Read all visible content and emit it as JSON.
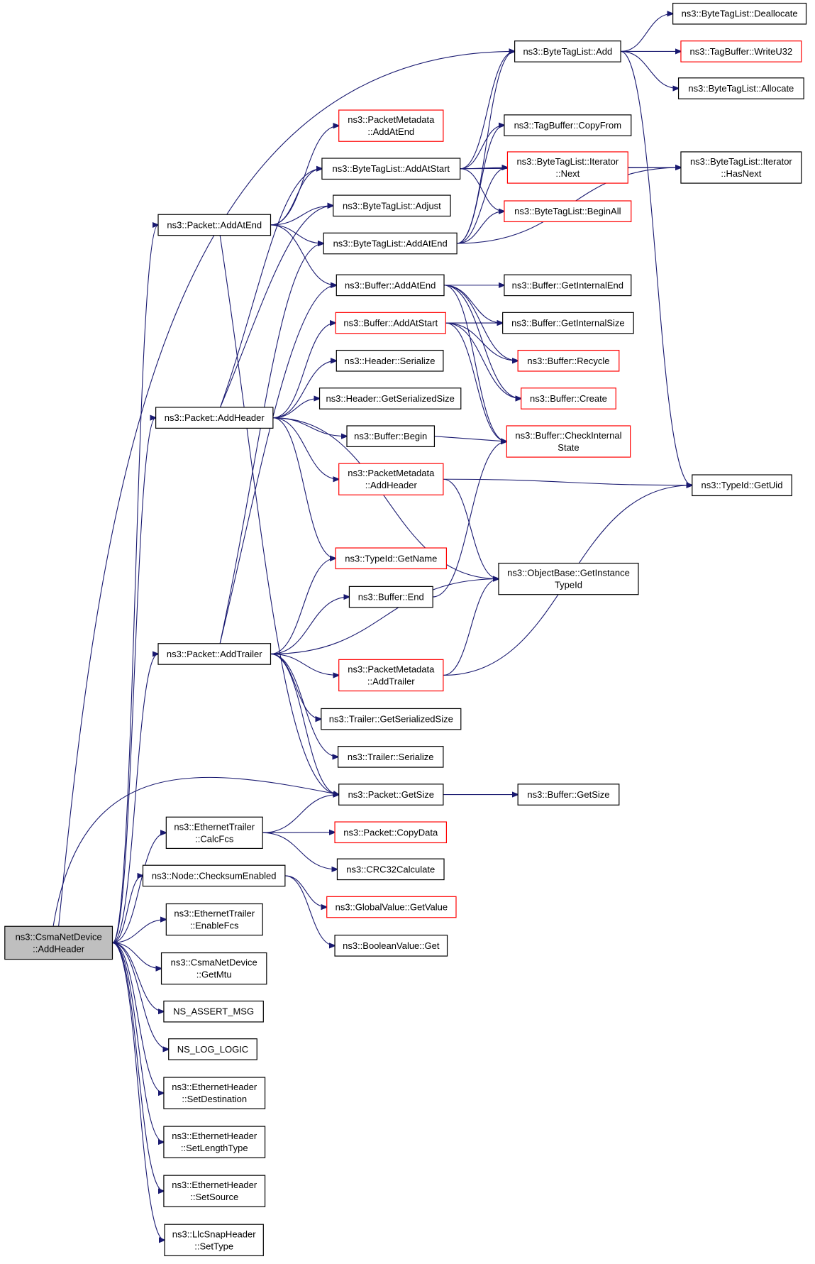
{
  "colors": {
    "edge": "#191970",
    "missing_link_border": "#ff0000",
    "normal_border": "#000000",
    "root_fill": "#bfbfbf"
  },
  "nodes": [
    {
      "id": "root",
      "lines": [
        "ns3::CsmaNetDevice",
        "::AddHeader"
      ],
      "style": "root"
    },
    {
      "id": "pkt_addatend",
      "lines": [
        "ns3::Packet::AddAtEnd"
      ],
      "style": "plain"
    },
    {
      "id": "pkt_addheader",
      "lines": [
        "ns3::Packet::AddHeader"
      ],
      "style": "plain"
    },
    {
      "id": "pkt_addtrailer",
      "lines": [
        "ns3::Packet::AddTrailer"
      ],
      "style": "plain"
    },
    {
      "id": "eth_calcfcs",
      "lines": [
        "ns3::EthernetTrailer",
        "::CalcFcs"
      ],
      "style": "plain"
    },
    {
      "id": "node_checksum",
      "lines": [
        "ns3::Node::ChecksumEnabled"
      ],
      "style": "plain"
    },
    {
      "id": "eth_enablefcs",
      "lines": [
        "ns3::EthernetTrailer",
        "::EnableFcs"
      ],
      "style": "plain"
    },
    {
      "id": "csma_getmtu",
      "lines": [
        "ns3::CsmaNetDevice",
        "::GetMtu"
      ],
      "style": "plain"
    },
    {
      "id": "ns_assert",
      "lines": [
        "NS_ASSERT_MSG"
      ],
      "style": "plain"
    },
    {
      "id": "ns_log",
      "lines": [
        "NS_LOG_LOGIC"
      ],
      "style": "plain"
    },
    {
      "id": "eh_setdest",
      "lines": [
        "ns3::EthernetHeader",
        "::SetDestination"
      ],
      "style": "plain"
    },
    {
      "id": "eh_setlen",
      "lines": [
        "ns3::EthernetHeader",
        "::SetLengthType"
      ],
      "style": "plain"
    },
    {
      "id": "eh_setsrc",
      "lines": [
        "ns3::EthernetHeader",
        "::SetSource"
      ],
      "style": "plain"
    },
    {
      "id": "llc_settype",
      "lines": [
        "ns3::LlcSnapHeader",
        "::SetType"
      ],
      "style": "plain"
    },
    {
      "id": "pm_addatend",
      "lines": [
        "ns3::PacketMetadata",
        "::AddAtEnd"
      ],
      "style": "red"
    },
    {
      "id": "btl_addatstart",
      "lines": [
        "ns3::ByteTagList::AddAtStart"
      ],
      "style": "plain"
    },
    {
      "id": "btl_adjust",
      "lines": [
        "ns3::ByteTagList::Adjust"
      ],
      "style": "plain"
    },
    {
      "id": "btl_addatend",
      "lines": [
        "ns3::ByteTagList::AddAtEnd"
      ],
      "style": "plain"
    },
    {
      "id": "buf_addatend",
      "lines": [
        "ns3::Buffer::AddAtEnd"
      ],
      "style": "plain"
    },
    {
      "id": "buf_addatstart",
      "lines": [
        "ns3::Buffer::AddAtStart"
      ],
      "style": "red"
    },
    {
      "id": "hdr_serialize",
      "lines": [
        "ns3::Header::Serialize"
      ],
      "style": "plain"
    },
    {
      "id": "hdr_getsize",
      "lines": [
        "ns3::Header::GetSerializedSize"
      ],
      "style": "plain"
    },
    {
      "id": "buf_begin",
      "lines": [
        "ns3::Buffer::Begin"
      ],
      "style": "plain"
    },
    {
      "id": "pm_addheader",
      "lines": [
        "ns3::PacketMetadata",
        "::AddHeader"
      ],
      "style": "red"
    },
    {
      "id": "tid_getname",
      "lines": [
        "ns3::TypeId::GetName"
      ],
      "style": "red"
    },
    {
      "id": "buf_end",
      "lines": [
        "ns3::Buffer::End"
      ],
      "style": "plain"
    },
    {
      "id": "pm_addtrailer",
      "lines": [
        "ns3::PacketMetadata",
        "::AddTrailer"
      ],
      "style": "red"
    },
    {
      "id": "trl_getsize",
      "lines": [
        "ns3::Trailer::GetSerializedSize"
      ],
      "style": "plain"
    },
    {
      "id": "trl_serialize",
      "lines": [
        "ns3::Trailer::Serialize"
      ],
      "style": "plain"
    },
    {
      "id": "pkt_getsize",
      "lines": [
        "ns3::Packet::GetSize"
      ],
      "style": "plain"
    },
    {
      "id": "pkt_copydata",
      "lines": [
        "ns3::Packet::CopyData"
      ],
      "style": "red"
    },
    {
      "id": "crc32",
      "lines": [
        "ns3::CRC32Calculate"
      ],
      "style": "plain"
    },
    {
      "id": "gv_getvalue",
      "lines": [
        "ns3::GlobalValue::GetValue"
      ],
      "style": "red"
    },
    {
      "id": "bv_get",
      "lines": [
        "ns3::BooleanValue::Get"
      ],
      "style": "plain"
    },
    {
      "id": "btl_add",
      "lines": [
        "ns3::ByteTagList::Add"
      ],
      "style": "plain"
    },
    {
      "id": "tb_copyfrom",
      "lines": [
        "ns3::TagBuffer::CopyFrom"
      ],
      "style": "plain"
    },
    {
      "id": "btl_it_next",
      "lines": [
        "ns3::ByteTagList::Iterator",
        "::Next"
      ],
      "style": "red"
    },
    {
      "id": "btl_beginall",
      "lines": [
        "ns3::ByteTagList::BeginAll"
      ],
      "style": "red"
    },
    {
      "id": "buf_getinternalend",
      "lines": [
        "ns3::Buffer::GetInternalEnd"
      ],
      "style": "plain"
    },
    {
      "id": "buf_getinternalsize",
      "lines": [
        "ns3::Buffer::GetInternalSize"
      ],
      "style": "plain"
    },
    {
      "id": "buf_recycle",
      "lines": [
        "ns3::Buffer::Recycle"
      ],
      "style": "red"
    },
    {
      "id": "buf_create",
      "lines": [
        "ns3::Buffer::Create"
      ],
      "style": "red"
    },
    {
      "id": "buf_checkinternal",
      "lines": [
        "ns3::Buffer::CheckInternal",
        "State"
      ],
      "style": "red"
    },
    {
      "id": "ob_getinstance",
      "lines": [
        "ns3::ObjectBase::GetInstance",
        "TypeId"
      ],
      "style": "plain"
    },
    {
      "id": "buf_getsize",
      "lines": [
        "ns3::Buffer::GetSize"
      ],
      "style": "plain"
    },
    {
      "id": "btl_dealloc",
      "lines": [
        "ns3::ByteTagList::Deallocate"
      ],
      "style": "plain"
    },
    {
      "id": "tb_writeu32",
      "lines": [
        "ns3::TagBuffer::WriteU32"
      ],
      "style": "red"
    },
    {
      "id": "btl_allocate",
      "lines": [
        "ns3::ByteTagList::Allocate"
      ],
      "style": "plain"
    },
    {
      "id": "btl_it_hasnext",
      "lines": [
        "ns3::ByteTagList::Iterator",
        "::HasNext"
      ],
      "style": "plain"
    },
    {
      "id": "tid_getuid",
      "lines": [
        "ns3::TypeId::GetUid"
      ],
      "style": "plain"
    }
  ]
}
